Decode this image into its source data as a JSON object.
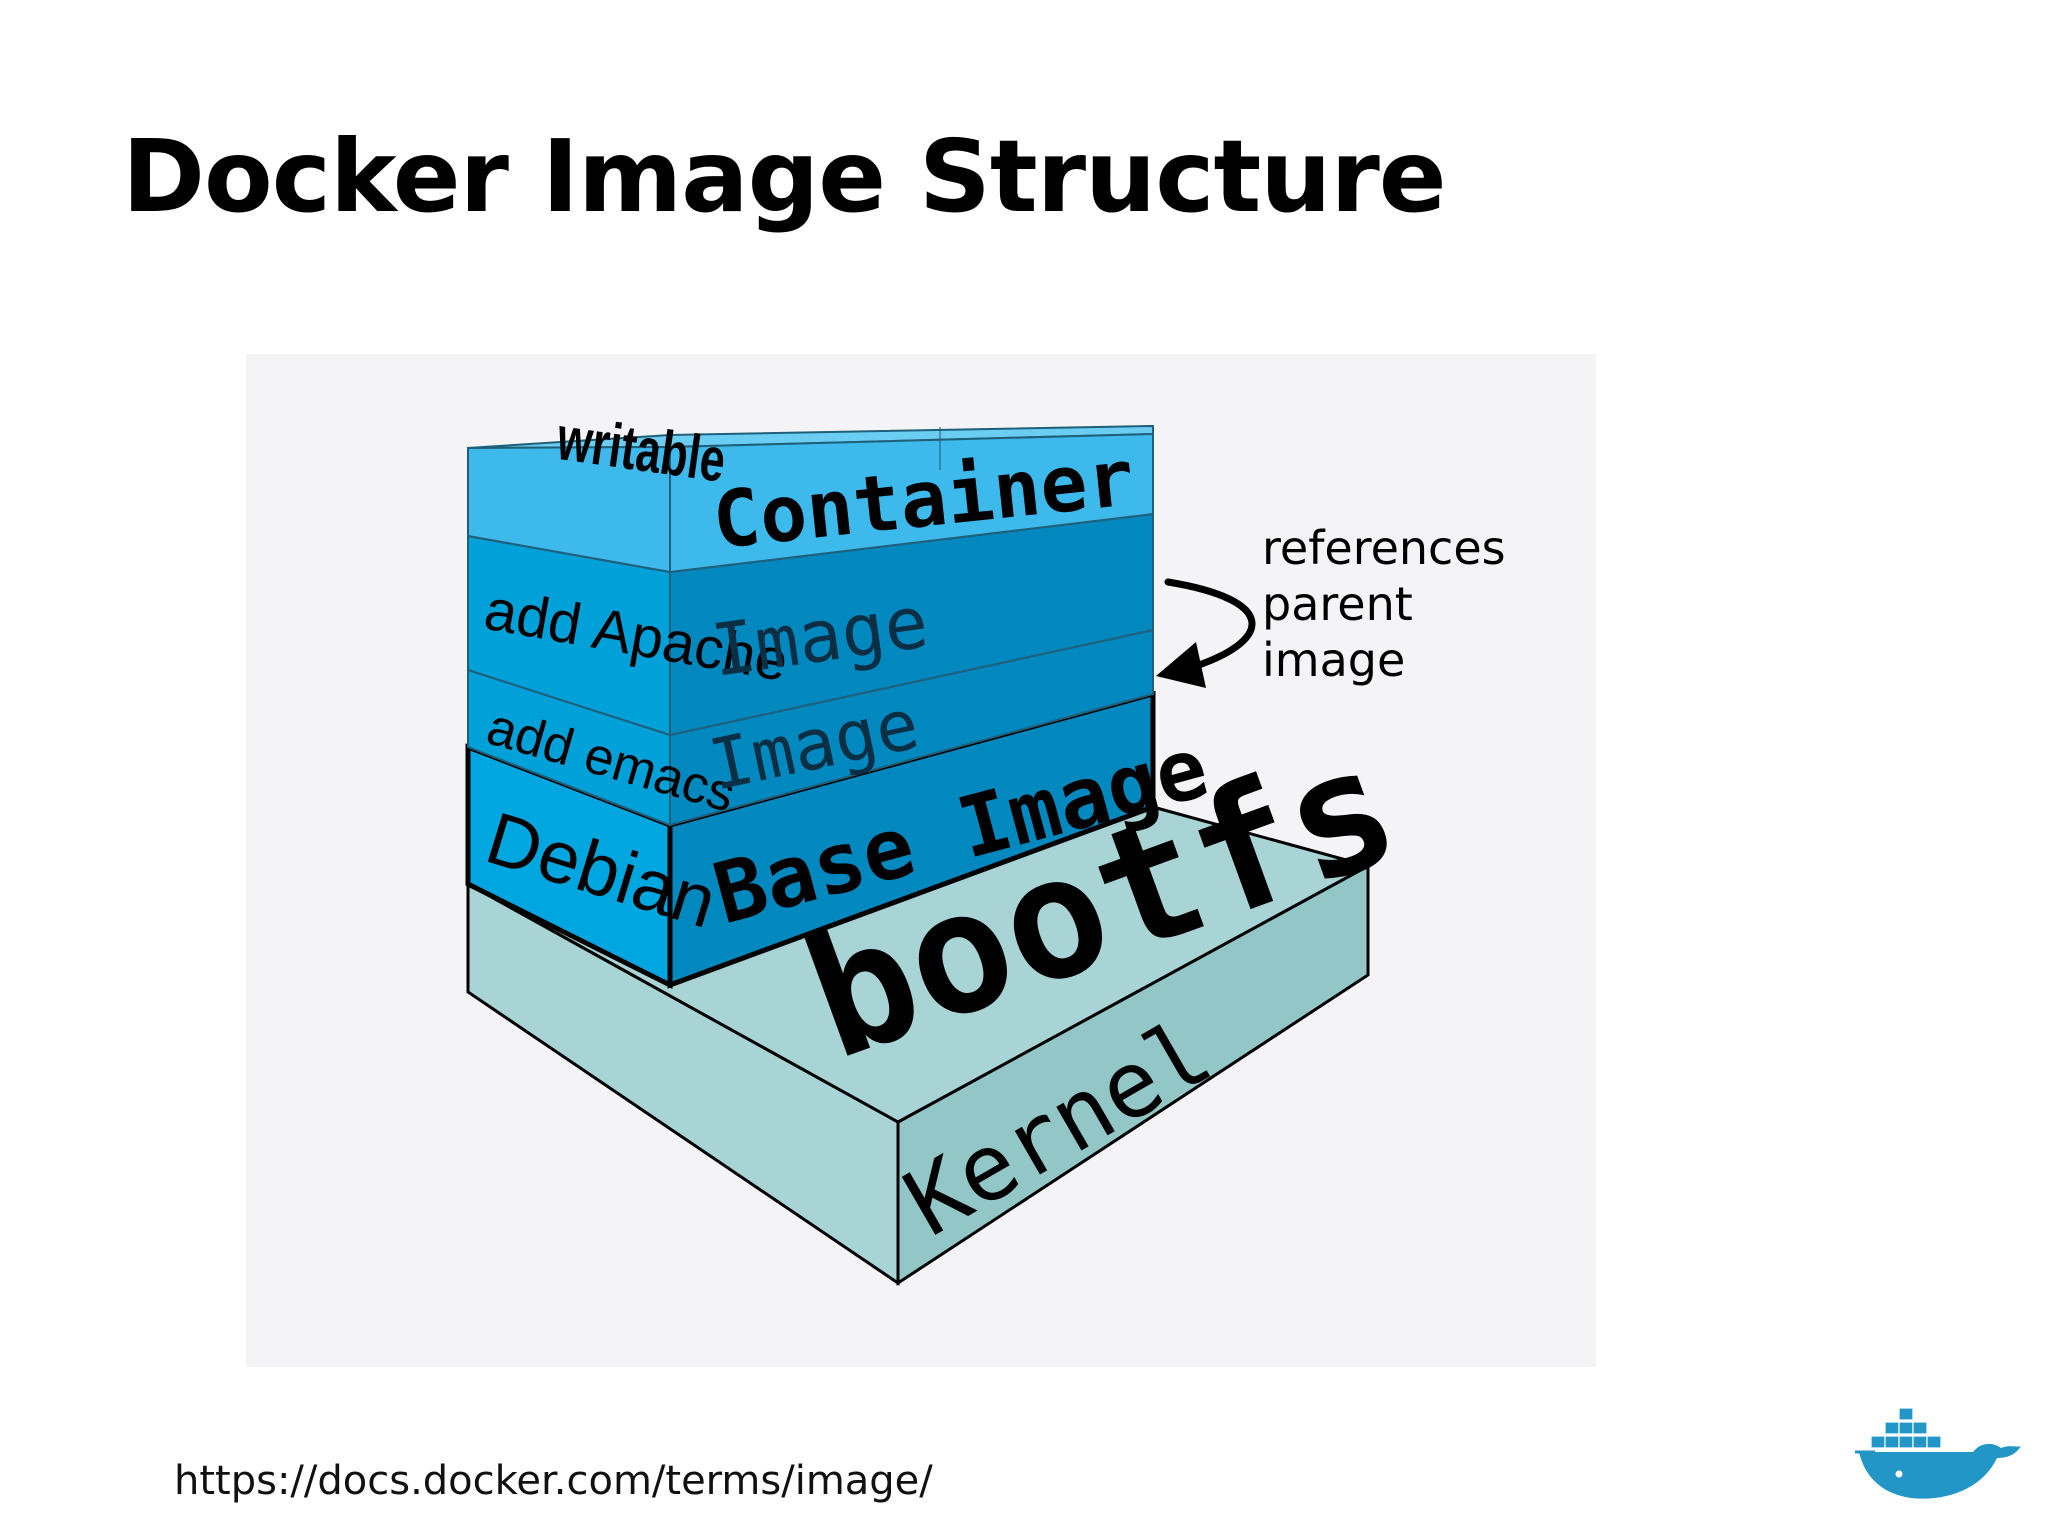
{
  "slide": {
    "title": "Docker Image Structure",
    "source_url": "https://docs.docker.com/terms/image/"
  },
  "diagram": {
    "layers": {
      "writable": "writable",
      "container": "Container",
      "add_apache": "add Apache",
      "image_upper": "Image",
      "add_emacs": "add emacs",
      "image_lower": "Image",
      "debian": "Debian",
      "base_image": "Base Image",
      "bootfs": "bootfs",
      "kernel": "Kernel"
    },
    "annotation": {
      "line1": "references",
      "line2": "parent",
      "line3": "image"
    },
    "colors": {
      "writable_layer": "#3db9ec",
      "image_layer": "#0088bf",
      "debian_face": "#00a6e0",
      "base_layer": "#0088bf",
      "kernel_layer": "#96c9ca",
      "kernel_top": "#a9d4d5",
      "panel_bg": "#f4f4f6"
    }
  }
}
